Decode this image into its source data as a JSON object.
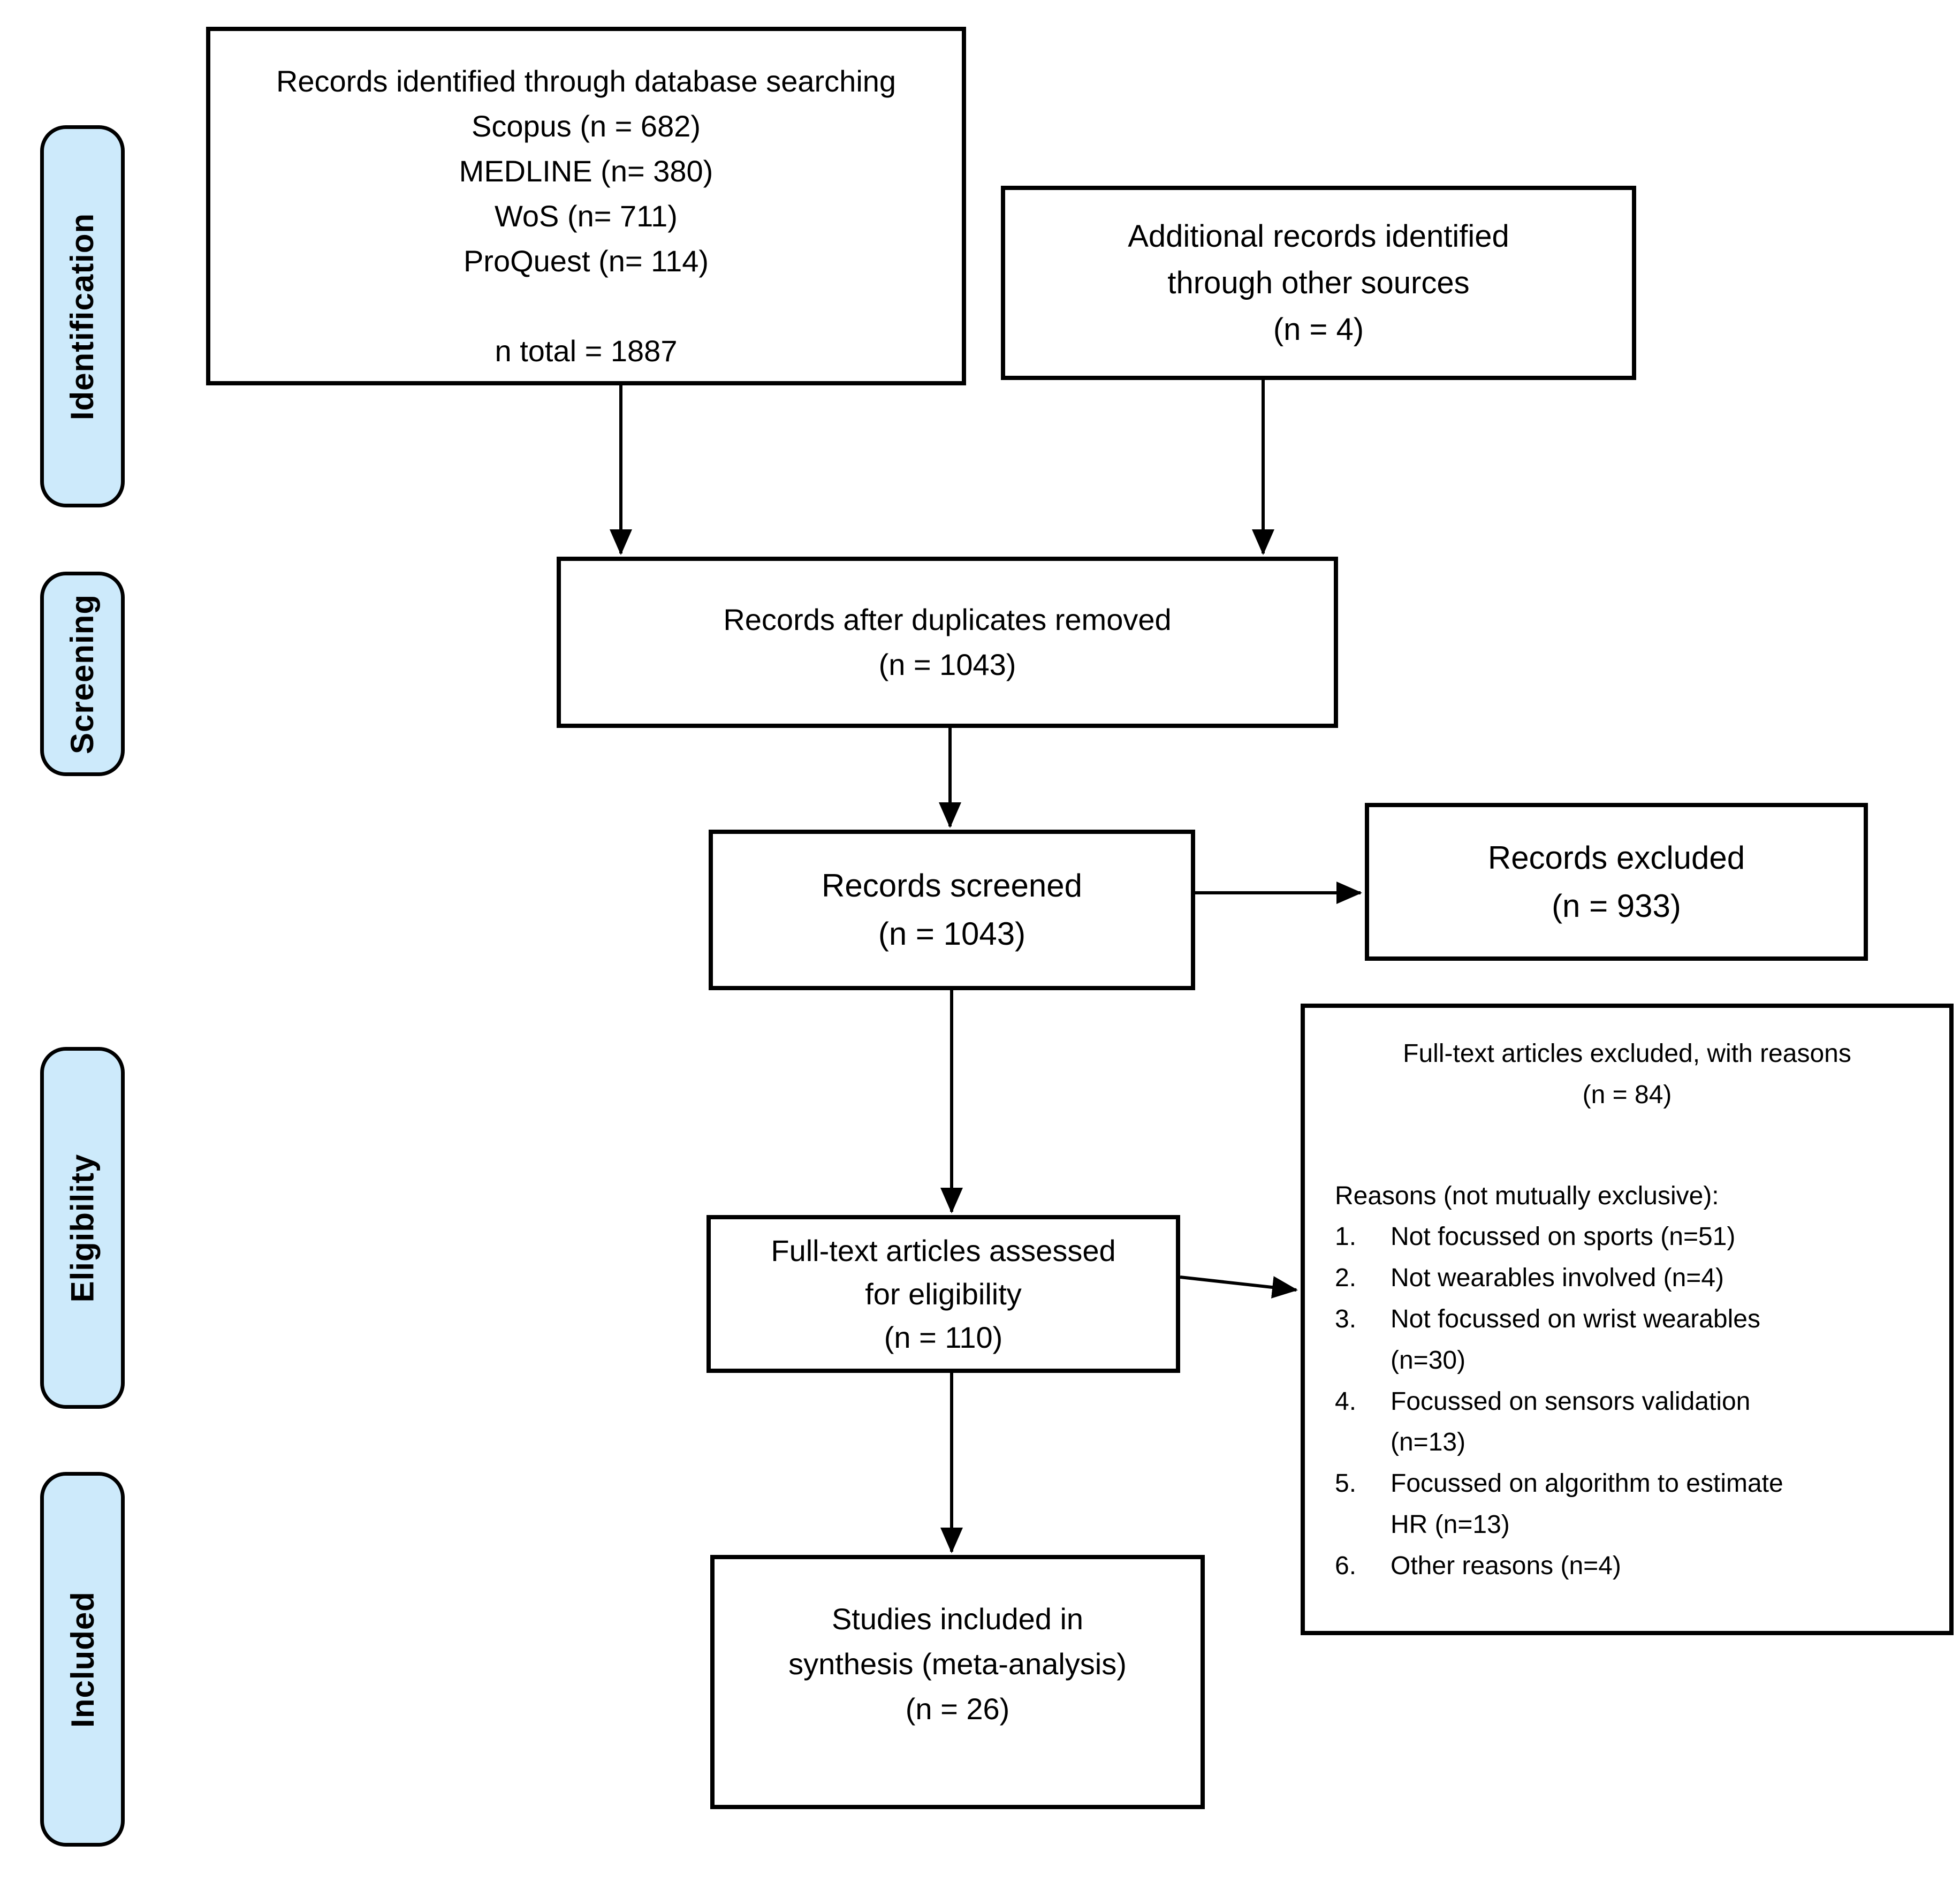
{
  "colors": {
    "stage_fill": "#cdeafb",
    "line_color": "#000000",
    "background": "#ffffff"
  },
  "stages": [
    {
      "label": "Identification"
    },
    {
      "label": "Screening"
    },
    {
      "label": "Eligibility"
    },
    {
      "label": "Included"
    }
  ],
  "boxes": {
    "identified": "Records identified through database searching\nScopus (n = 682)\nMEDLINE (n= 380)\nWoS (n= 711)\nProQuest (n= 114)\n\nn total = 1887",
    "additional": "Additional records identified\nthrough other sources\n(n = 4)",
    "deduplicated": "Records after duplicates removed\n(n = 1043)",
    "screened": "Records screened\n(n = 1043)",
    "excluded": "Records excluded\n(n = 933)",
    "fulltext": "Full-text articles assessed\nfor eligibility\n(n = 110)",
    "included_synthesis": "Studies included in\nsynthesis (meta-analysis)\n(n = 26)",
    "reasons": {
      "header": "Full-text articles excluded, with reasons\n(n = 84)",
      "intro": "Reasons (not mutually exclusive):",
      "items": [
        {
          "num": "1.",
          "text": "Not focussed on sports (n=51)"
        },
        {
          "num": "2.",
          "text": "Not wearables involved (n=4)"
        },
        {
          "num": "3.",
          "text": "Not focussed on wrist wearables\n(n=30)"
        },
        {
          "num": "4.",
          "text": "Focussed on sensors validation\n(n=13)"
        },
        {
          "num": "5.",
          "text": "Focussed on algorithm to estimate\nHR (n=13)"
        },
        {
          "num": "6.",
          "text": "Other reasons (n=4)"
        }
      ]
    }
  }
}
